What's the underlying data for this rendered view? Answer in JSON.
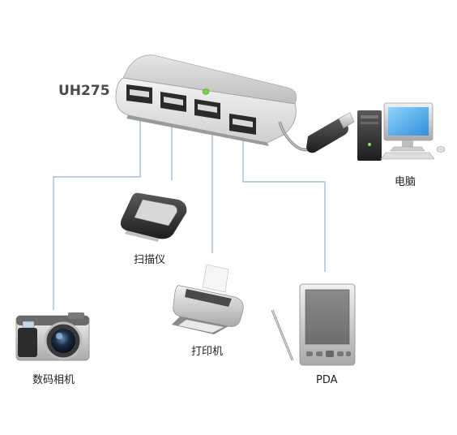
{
  "model_label": "UH275",
  "labels": {
    "computer": "电脑",
    "scanner": "扫描仪",
    "printer": "打印机",
    "camera": "数码相机",
    "pda": "PDA"
  },
  "colors": {
    "connector_line": "#8fb4d6",
    "hub_body": "#c9c9c9",
    "led": "#7ed04c"
  }
}
